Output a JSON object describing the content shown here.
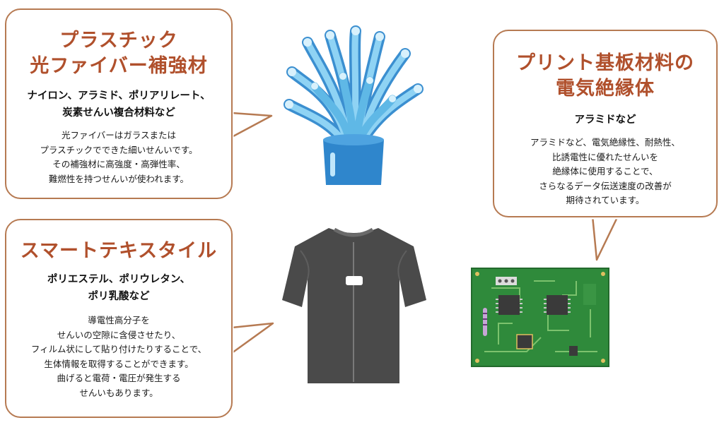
{
  "fiber": {
    "title_lines": [
      "プラスチック",
      "光ファイバー補強材"
    ],
    "subtitle_lines": [
      "ナイロン、アラミド、ポリアリレート、",
      "炭素せんい複合材料など"
    ],
    "desc_lines": [
      "光ファイバーはガラスまたは",
      "プラスチックでできた細いせんいです。",
      "その補強材に高強度・高弾性率、",
      "難燃性を持つせんいが使われます。"
    ]
  },
  "pcb": {
    "title_lines": [
      "プリント基板材料の",
      "電気絶縁体"
    ],
    "subtitle_lines": [
      "アラミドなど"
    ],
    "desc_lines": [
      "アラミドなど、電気絶縁性、耐熱性、",
      "比誘電性に優れたせんいを",
      "絶縁体に使用することで、",
      "さらなるデータ伝送速度の改善が",
      "期待されています。"
    ]
  },
  "textile": {
    "title_lines": [
      "スマートテキスタイル"
    ],
    "subtitle_lines": [
      "ポリエステル、ポリウレタン、",
      "ポリ乳酸など"
    ],
    "desc_lines": [
      "導電性高分子を",
      "せんいの空隙に含侵させたり、",
      "フィルム状にして貼り付けたりすることで、",
      "生体情報を取得することができます。",
      "曲げると電荷・電圧が発生する",
      "せんいもあります。"
    ]
  },
  "colors": {
    "border": "#b67a52",
    "title": "#b0502c",
    "fiber_blue": "#5fb8e6",
    "tube_blue": "#2f86cc",
    "shirt_gray": "#4a4a4a",
    "pcb_green": "#2f8a3b"
  },
  "icons": {
    "fiber": "optical-fiber-bundle-icon",
    "shirt": "smart-shirt-icon",
    "pcb": "circuit-board-icon"
  }
}
